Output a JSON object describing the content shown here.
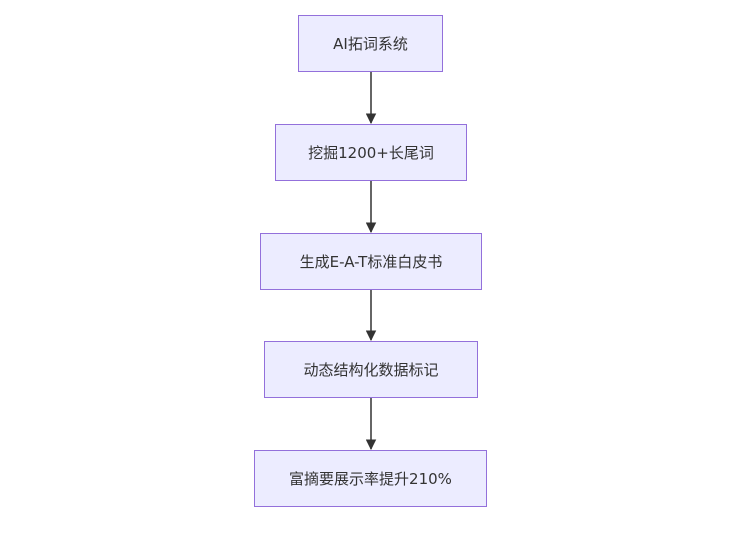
{
  "diagram": {
    "type": "flowchart",
    "direction": "top-to-bottom",
    "colors": {
      "node_fill": "#ececff",
      "node_border": "#9370db",
      "edge": "#333333",
      "text": "#333333"
    },
    "nodes": [
      {
        "id": "n1",
        "label": "AI拓词系统"
      },
      {
        "id": "n2",
        "label": "挖掘1200+长尾词"
      },
      {
        "id": "n3",
        "label": "生成E-A-T标准白皮书"
      },
      {
        "id": "n4",
        "label": "动态结构化数据标记"
      },
      {
        "id": "n5",
        "label": "富摘要展示率提升210%"
      }
    ],
    "edges": [
      {
        "from": "n1",
        "to": "n2"
      },
      {
        "from": "n2",
        "to": "n3"
      },
      {
        "from": "n3",
        "to": "n4"
      },
      {
        "from": "n4",
        "to": "n5"
      }
    ]
  }
}
